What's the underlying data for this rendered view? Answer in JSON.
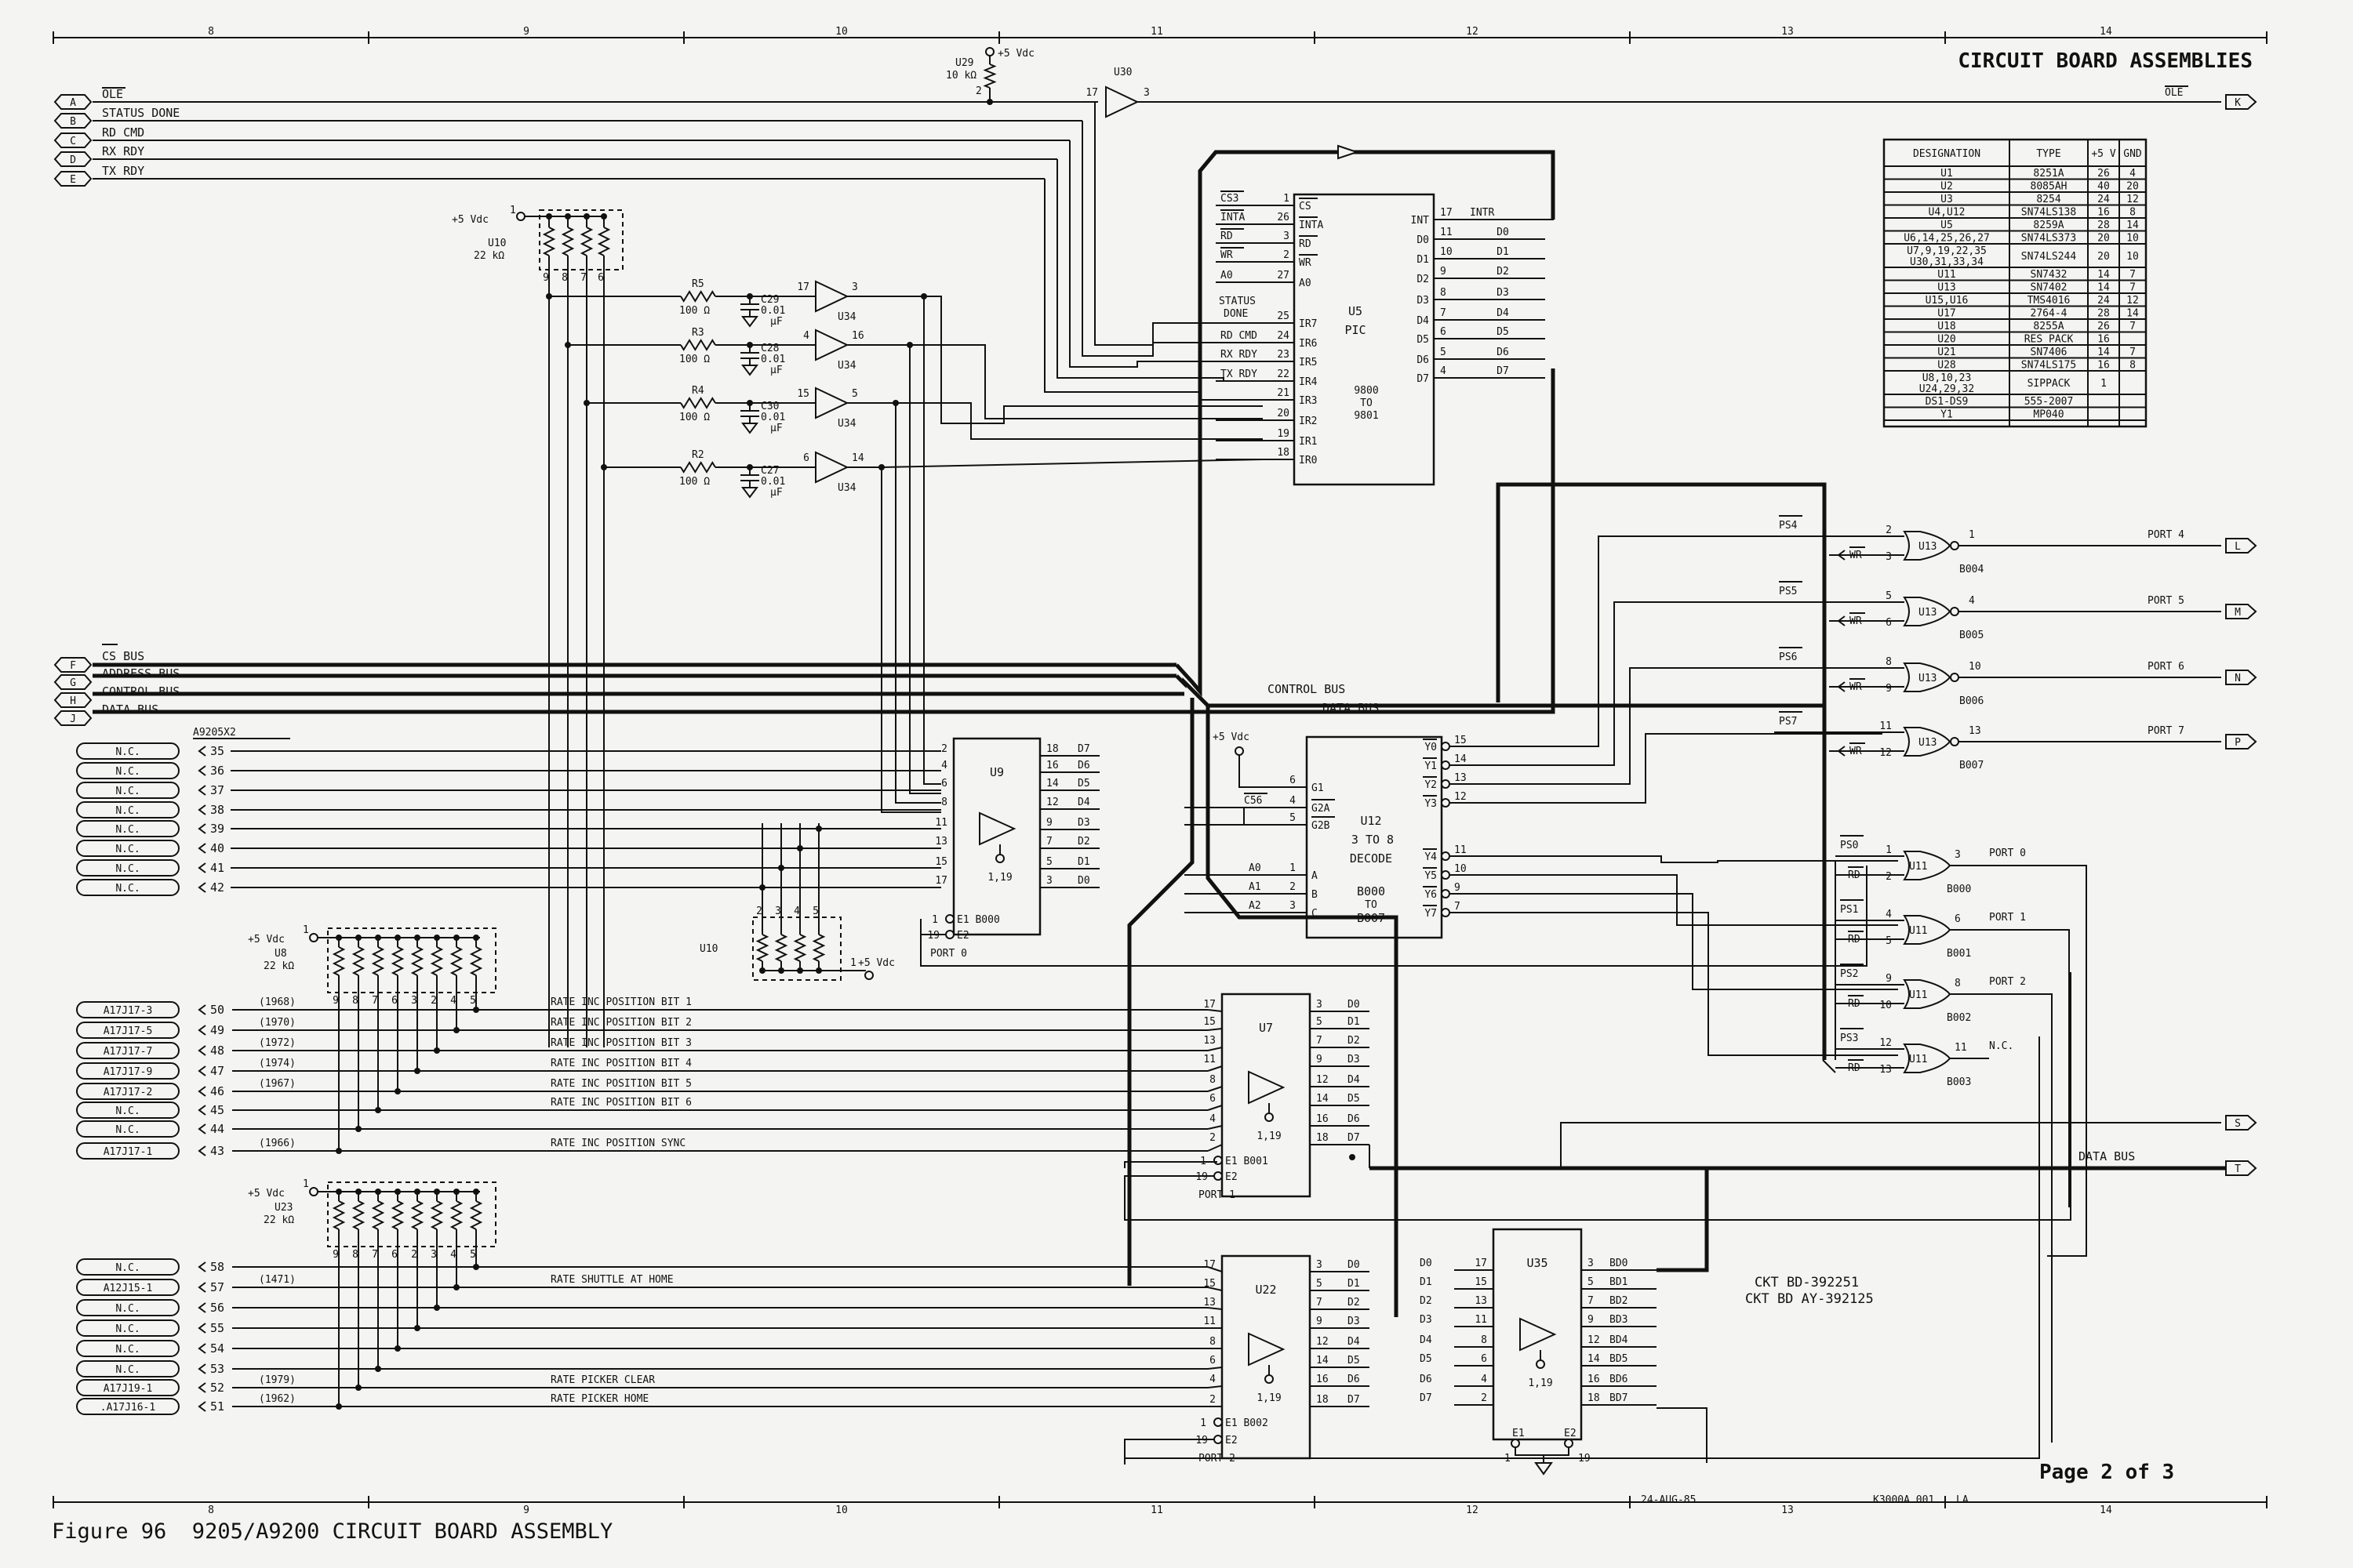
{
  "title": "CIRCUIT BOARD ASSEMBLIES",
  "caption": "Figure 96  9205/A9200 CIRCUIT BOARD ASSEMBLY",
  "page": "Page 2 of 3",
  "ckt": [
    "CKT BD-392251",
    "CKT BD AY-392125"
  ],
  "date_stamp": "24-AUG-85",
  "drawing_no": "K3000A.001",
  "drawing_rev": "LA",
  "zones": [
    "8",
    "9",
    "10",
    "11",
    "12",
    "13",
    "14"
  ],
  "input_signals": [
    {
      "conn": "A",
      "label": "OLE"
    },
    {
      "conn": "B",
      "label": "STATUS DONE"
    },
    {
      "conn": "C",
      "label": "RD CMD"
    },
    {
      "conn": "D",
      "label": "RX RDY"
    },
    {
      "conn": "E",
      "label": "TX RDY"
    }
  ],
  "buses": [
    {
      "conn": "F",
      "label": "CS BUS"
    },
    {
      "conn": "G",
      "label": "ADDRESS BUS"
    },
    {
      "conn": "H",
      "label": "CONTROL BUS"
    },
    {
      "conn": "J",
      "label": "DATA BUS"
    }
  ],
  "bus_labels": {
    "control": "CONTROL BUS",
    "data": "DATA BUS",
    "data_out": "DATA BUS"
  },
  "connector_name": "A9205X2",
  "nc_pins": [
    {
      "label": "N.C.",
      "pin": "35"
    },
    {
      "label": "N.C.",
      "pin": "36"
    },
    {
      "label": "N.C.",
      "pin": "37"
    },
    {
      "label": "N.C.",
      "pin": "38"
    },
    {
      "label": "N.C.",
      "pin": "39"
    },
    {
      "label": "N.C.",
      "pin": "40"
    },
    {
      "label": "N.C.",
      "pin": "41"
    },
    {
      "label": "N.C.",
      "pin": "42"
    }
  ],
  "rate_inputs": [
    {
      "ref": "A17J17-3",
      "pin": "50",
      "code": "(1968)",
      "signal": "RATE INC POSITION BIT 1"
    },
    {
      "ref": "A17J17-5",
      "pin": "49",
      "code": "(1970)",
      "signal": "RATE INC POSITION BIT 2"
    },
    {
      "ref": "A17J17-7",
      "pin": "48",
      "code": "(1972)",
      "signal": "RATE INC POSITION BIT 3"
    },
    {
      "ref": "A17J17-9",
      "pin": "47",
      "code": "(1974)",
      "signal": "RATE INC POSITION BIT 4"
    },
    {
      "ref": "A17J17-2",
      "pin": "46",
      "code": "(1967)",
      "signal": "RATE INC POSITION BIT 5"
    },
    {
      "ref": "N.C.",
      "pin": "45",
      "code": "",
      "signal": "RATE INC POSITION BIT 6"
    },
    {
      "ref": "N.C.",
      "pin": "44",
      "code": "",
      "signal": ""
    },
    {
      "ref": "A17J17-1",
      "pin": "43",
      "code": "(1966)",
      "signal": "RATE INC POSITION SYNC"
    }
  ],
  "shuttle_inputs": [
    {
      "ref": "N.C.",
      "pin": "58",
      "code": "",
      "signal": ""
    },
    {
      "ref": "A12J15-1",
      "pin": "57",
      "code": "(1471)",
      "signal": "RATE SHUTTLE AT HOME"
    },
    {
      "ref": "N.C.",
      "pin": "56",
      "code": "",
      "signal": ""
    },
    {
      "ref": "N.C.",
      "pin": "55",
      "code": "",
      "signal": ""
    },
    {
      "ref": "N.C.",
      "pin": "54",
      "code": "",
      "signal": ""
    },
    {
      "ref": "N.C.",
      "pin": "53",
      "code": "",
      "signal": ""
    },
    {
      "ref": "A17J19-1",
      "pin": "52",
      "code": "(1979)",
      "signal": "RATE PICKER CLEAR"
    },
    {
      "ref": ".A17J16-1",
      "pin": "51",
      "code": "(1962)",
      "signal": "RATE PICKER HOME"
    }
  ],
  "ports_out": [
    {
      "ps": "PS4",
      "inA": "2",
      "inB": "3",
      "out": "1",
      "addr": "B004",
      "port": "PORT 4",
      "conn": "L"
    },
    {
      "ps": "PS5",
      "inA": "5",
      "inB": "6",
      "out": "4",
      "addr": "B005",
      "port": "PORT 5",
      "conn": "M"
    },
    {
      "ps": "PS6",
      "inA": "8",
      "inB": "9",
      "out": "10",
      "addr": "B006",
      "port": "PORT 6",
      "conn": "N"
    },
    {
      "ps": "PS7",
      "inA": "11",
      "inB": "12",
      "out": "13",
      "addr": "B007",
      "port": "PORT 7",
      "conn": "P"
    }
  ],
  "ports_in": [
    {
      "ps": "PS0",
      "inA": "1",
      "inB": "2",
      "out": "3",
      "addr": "B000",
      "port": "PORT 0"
    },
    {
      "ps": "PS1",
      "inA": "4",
      "inB": "5",
      "out": "6",
      "addr": "B001",
      "port": "PORT 1"
    },
    {
      "ps": "PS2",
      "inA": "9",
      "inB": "10",
      "out": "8",
      "addr": "B002",
      "port": "PORT 2"
    },
    {
      "ps": "PS3",
      "inA": "12",
      "inB": "13",
      "out": "11",
      "addr": "B003",
      "port": "N.C."
    }
  ],
  "wr_label": "WR",
  "rd_label": "RD",
  "out_conns": {
    "ole": "K",
    "s": "S",
    "t": "T"
  },
  "designation_table": {
    "headers": [
      "DESIGNATION",
      "TYPE",
      "+5 V",
      "GND"
    ],
    "rows": [
      [
        "U1",
        "8251A",
        "26",
        "4"
      ],
      [
        "U2",
        "8085AH",
        "40",
        "20"
      ],
      [
        "U3",
        "8254",
        "24",
        "12"
      ],
      [
        "U4,U12",
        "SN74LS138",
        "16",
        "8"
      ],
      [
        "U5",
        "8259A",
        "28",
        "14"
      ],
      [
        "U6,14,25,26,27",
        "SN74LS373",
        "20",
        "10"
      ],
      [
        "U7,9,19,22,35 / U30,31,33,34",
        "SN74LS244",
        "20",
        "10"
      ],
      [
        "U11",
        "SN7432",
        "14",
        "7"
      ],
      [
        "U13",
        "SN7402",
        "14",
        "7"
      ],
      [
        "U15,U16",
        "TMS4016",
        "24",
        "12"
      ],
      [
        "U17",
        "2764-4",
        "28",
        "14"
      ],
      [
        "U18",
        "8255A",
        "26",
        "7"
      ],
      [
        "U20",
        "RES PACK",
        "16",
        ""
      ],
      [
        "U21",
        "SN7406",
        "14",
        "7"
      ],
      [
        "U28",
        "SN74LS175",
        "16",
        "8"
      ],
      [
        "U8,10,23 / U24,29,32",
        "SIPPACK",
        "1",
        ""
      ],
      [
        "DS1-DS9",
        "555-2007",
        "",
        ""
      ],
      [
        "Y1",
        "MP040",
        "",
        ""
      ]
    ]
  },
  "u5": {
    "ref": "U5",
    "name": "PIC",
    "addr": "9800",
    "to": "TO",
    "addr2": "9801",
    "left_pins": [
      {
        "sig": "CS3",
        "num": "1",
        "pin": "CS"
      },
      {
        "sig": "INTA",
        "num": "26",
        "pin": "INTA"
      },
      {
        "sig": "RD",
        "num": "3",
        "pin": "RD"
      },
      {
        "sig": "WR",
        "num": "2",
        "pin": "WR"
      },
      {
        "sig": "A0",
        "num": "27",
        "pin": "A0"
      },
      {
        "sig": "STATUS DONE",
        "num": "25",
        "pin": "IR7"
      },
      {
        "sig": "RD CMD",
        "num": "24",
        "pin": "IR6"
      },
      {
        "sig": "RX RDY",
        "num": "23",
        "pin": "IR5"
      },
      {
        "sig": "TX RDY",
        "num": "22",
        "pin": "IR4"
      },
      {
        "sig": "",
        "num": "21",
        "pin": "IR3"
      },
      {
        "sig": "",
        "num": "20",
        "pin": "IR2"
      },
      {
        "sig": "",
        "num": "19",
        "pin": "IR1"
      },
      {
        "sig": "",
        "num": "18",
        "pin": "IR0"
      }
    ],
    "right_pins": [
      {
        "pin": "INT",
        "num": "17",
        "sig": "INTR"
      },
      {
        "pin": "D0",
        "num": "11",
        "sig": "D0"
      },
      {
        "pin": "D1",
        "num": "10",
        "sig": "D1"
      },
      {
        "pin": "D2",
        "num": "9",
        "sig": "D2"
      },
      {
        "pin": "D3",
        "num": "8",
        "sig": "D3"
      },
      {
        "pin": "D4",
        "num": "7",
        "sig": "D4"
      },
      {
        "pin": "D5",
        "num": "6",
        "sig": "D5"
      },
      {
        "pin": "D6",
        "num": "5",
        "sig": "D6"
      },
      {
        "pin": "D7",
        "num": "4",
        "sig": "D7"
      }
    ]
  },
  "u12": {
    "ref": "U12",
    "name": "3 TO 8",
    "name2": "DECODE",
    "addr": "B000",
    "to": "TO",
    "addr2": "B007",
    "vcc": "+5 Vdc",
    "left_pins": [
      {
        "sig": "",
        "num": "6",
        "pin": "G1"
      },
      {
        "sig": "C56",
        "num": "4",
        "pin": "G2A"
      },
      {
        "sig": "",
        "num": "5",
        "pin": "G2B"
      },
      {
        "sig": "A0",
        "num": "1",
        "pin": "A"
      },
      {
        "sig": "A1",
        "num": "2",
        "pin": "B"
      },
      {
        "sig": "A2",
        "num": "3",
        "pin": "C"
      }
    ],
    "right_pins": [
      {
        "pin": "Y0",
        "num": "15"
      },
      {
        "pin": "Y1",
        "num": "14"
      },
      {
        "pin": "Y2",
        "num": "13"
      },
      {
        "pin": "Y3",
        "num": "12"
      },
      {
        "pin": "Y4",
        "num": "11"
      },
      {
        "pin": "Y5",
        "num": "10"
      },
      {
        "pin": "Y6",
        "num": "9"
      },
      {
        "pin": "Y7",
        "num": "7"
      }
    ]
  },
  "buffers": [
    {
      "id": "U9",
      "ref": "U9",
      "part": "1,19",
      "en": "E1 B000",
      "en2": "E2",
      "port": "PORT 0",
      "in": [
        "2",
        "4",
        "6",
        "8",
        "11",
        "13",
        "15",
        "17"
      ],
      "out": [
        "18",
        "16",
        "14",
        "12",
        "9",
        "7",
        "5",
        "3"
      ],
      "sig": [
        "D7",
        "D6",
        "D5",
        "D4",
        "D3",
        "D2",
        "D1",
        "D0"
      ]
    },
    {
      "id": "U7",
      "ref": "U7",
      "part": "1,19",
      "en": "E1 B001",
      "en2": "E2",
      "port": "PORT 1",
      "in": [
        "17",
        "15",
        "13",
        "11",
        "8",
        "6",
        "4",
        "2"
      ],
      "out": [
        "3",
        "5",
        "7",
        "9",
        "12",
        "14",
        "16",
        "18"
      ],
      "sig": [
        "D0",
        "D1",
        "D2",
        "D3",
        "D4",
        "D5",
        "D6",
        "D7"
      ]
    },
    {
      "id": "U22",
      "ref": "U22",
      "part": "1,19",
      "en": "E1 B002",
      "en2": "E2",
      "port": "PORT 2",
      "in": [
        "17",
        "15",
        "13",
        "11",
        "8",
        "6",
        "4",
        "2"
      ],
      "out": [
        "3",
        "5",
        "7",
        "9",
        "12",
        "14",
        "16",
        "18"
      ],
      "sig": [
        "D0",
        "D1",
        "D2",
        "D3",
        "D4",
        "D5",
        "D6",
        "D7"
      ]
    },
    {
      "id": "U35",
      "ref": "U35",
      "part": "1,19",
      "in": [
        "17",
        "15",
        "13",
        "11",
        "8",
        "6",
        "4",
        "2"
      ],
      "out": [
        "3",
        "5",
        "7",
        "9",
        "12",
        "14",
        "16",
        "18"
      ],
      "insig": [
        "D0",
        "D1",
        "D2",
        "D3",
        "D4",
        "D5",
        "D6",
        "D7"
      ],
      "sig": [
        "BD0",
        "BD1",
        "BD2",
        "BD3",
        "BD4",
        "BD5",
        "BD6",
        "BD7"
      ],
      "en_a": "E1",
      "en_b": "E2",
      "en_pins": [
        "1",
        "19"
      ]
    }
  ],
  "u34": [
    {
      "name": "R5",
      "val": "100 Ω",
      "cap": "C29",
      "cval": "0.01",
      "unit": "µF",
      "in": "17",
      "out": "3",
      "ref": "U34"
    },
    {
      "name": "R3",
      "val": "100 Ω",
      "cap": "C28",
      "cval": "0.01",
      "unit": "µF",
      "in": "4",
      "out": "16",
      "ref": "U34"
    },
    {
      "name": "R4",
      "val": "100 Ω",
      "cap": "C30",
      "cval": "0.01",
      "unit": "µF",
      "in": "15",
      "out": "5",
      "ref": "U34"
    },
    {
      "name": "R2",
      "val": "100 Ω",
      "cap": "C27",
      "cval": "0.01",
      "unit": "µF",
      "in": "6",
      "out": "14",
      "ref": "U34"
    }
  ],
  "sips": {
    "u10a": {
      "ref": "U10",
      "val": "22 kΩ",
      "vcc": "+5 Vdc",
      "vpin": "1",
      "pins": [
        "9",
        "8",
        "7",
        "6"
      ]
    },
    "u10b": {
      "ref": "U10",
      "vcc": "+5 Vdc",
      "vpin": "1",
      "pins": [
        "2",
        "3",
        "4",
        "5"
      ]
    },
    "u8": {
      "ref": "U8",
      "val": "22 kΩ",
      "vcc": "+5 Vdc",
      "vpin": "1",
      "pins": [
        "9",
        "8",
        "7",
        "6",
        "3",
        "2",
        "4",
        "5"
      ]
    },
    "u23": {
      "ref": "U23",
      "val": "22 kΩ",
      "vcc": "+5 Vdc",
      "vpin": "1",
      "pins": [
        "9",
        "8",
        "7",
        "6",
        "2",
        "3",
        "4",
        "5"
      ]
    },
    "u29": {
      "ref": "U29",
      "val": "10 kΩ",
      "vcc": "+5 Vdc",
      "vpin": "2"
    }
  },
  "u30": {
    "ref": "U30",
    "in": "17",
    "out": "3",
    "sig": "OLE"
  },
  "u13_ref": "U13",
  "u11_ref": "U11"
}
